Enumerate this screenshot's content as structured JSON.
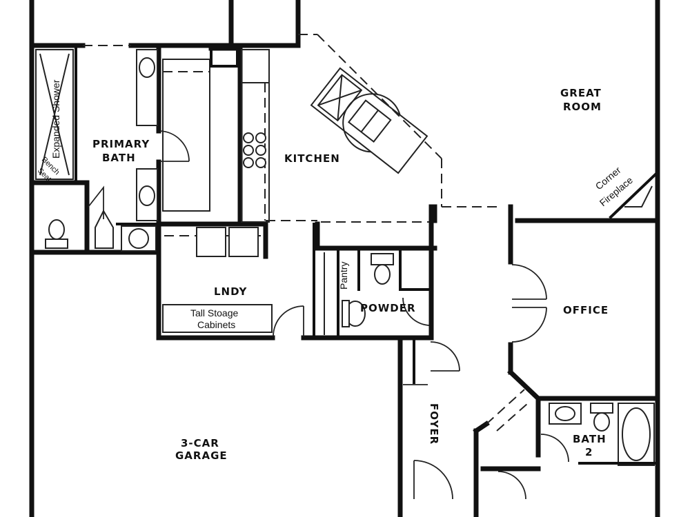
{
  "rooms": {
    "great_room": "GREAT",
    "great_room_line2": "ROOM",
    "kitchen": "KITCHEN",
    "primary_bath": "PRIMARY",
    "primary_bath_line2": "BATH",
    "laundry": "LNDY",
    "pantry": "Pantry",
    "powder": "POWDER",
    "office": "OFFICE",
    "foyer": "FOYER",
    "bath2": "BATH",
    "bath2_line2": "2",
    "garage": "3-CAR",
    "garage_line2": "GARAGE"
  },
  "notes": {
    "expanded_shower": "Expanded Shower",
    "bench": "Bench",
    "seat": "Seat",
    "corner": "Corner",
    "fireplace": "Fireplace",
    "tall_storage": "Tall Stoage",
    "cabinets": "Cabinets"
  }
}
